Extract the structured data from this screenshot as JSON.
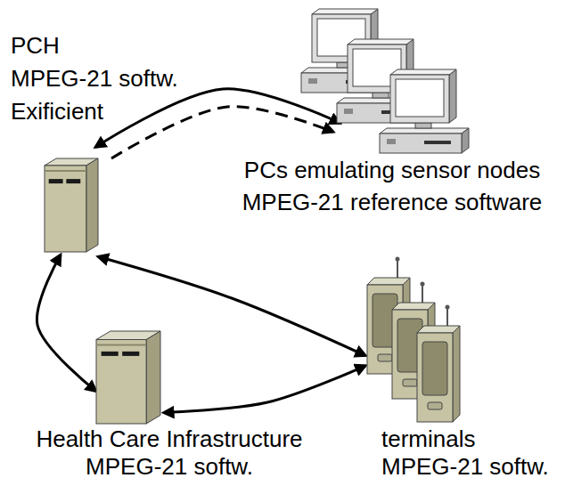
{
  "diagram": {
    "nodes": [
      {
        "text": [
          "PCH",
          "MPEG-21 softw.",
          "Exificient"
        ]
      },
      {
        "text": [
          "PCs emulating sensor nodes",
          "MPEG-21 reference software"
        ]
      },
      {
        "text": [
          "Health Care Infrastructure",
          "MPEG-21 softw."
        ]
      },
      {
        "text": [
          "terminals",
          "MPEG-21 softw."
        ]
      }
    ],
    "edges": [
      {
        "from": 0,
        "to": 1,
        "arrow": "both"
      },
      {
        "from": 0,
        "to": 1,
        "arrow": "to"
      },
      {
        "from": 0,
        "to": 2,
        "arrow": "both"
      },
      {
        "from": 0,
        "to": 3,
        "arrow": "both"
      },
      {
        "from": 2,
        "to": 3,
        "arrow": "both"
      }
    ]
  }
}
